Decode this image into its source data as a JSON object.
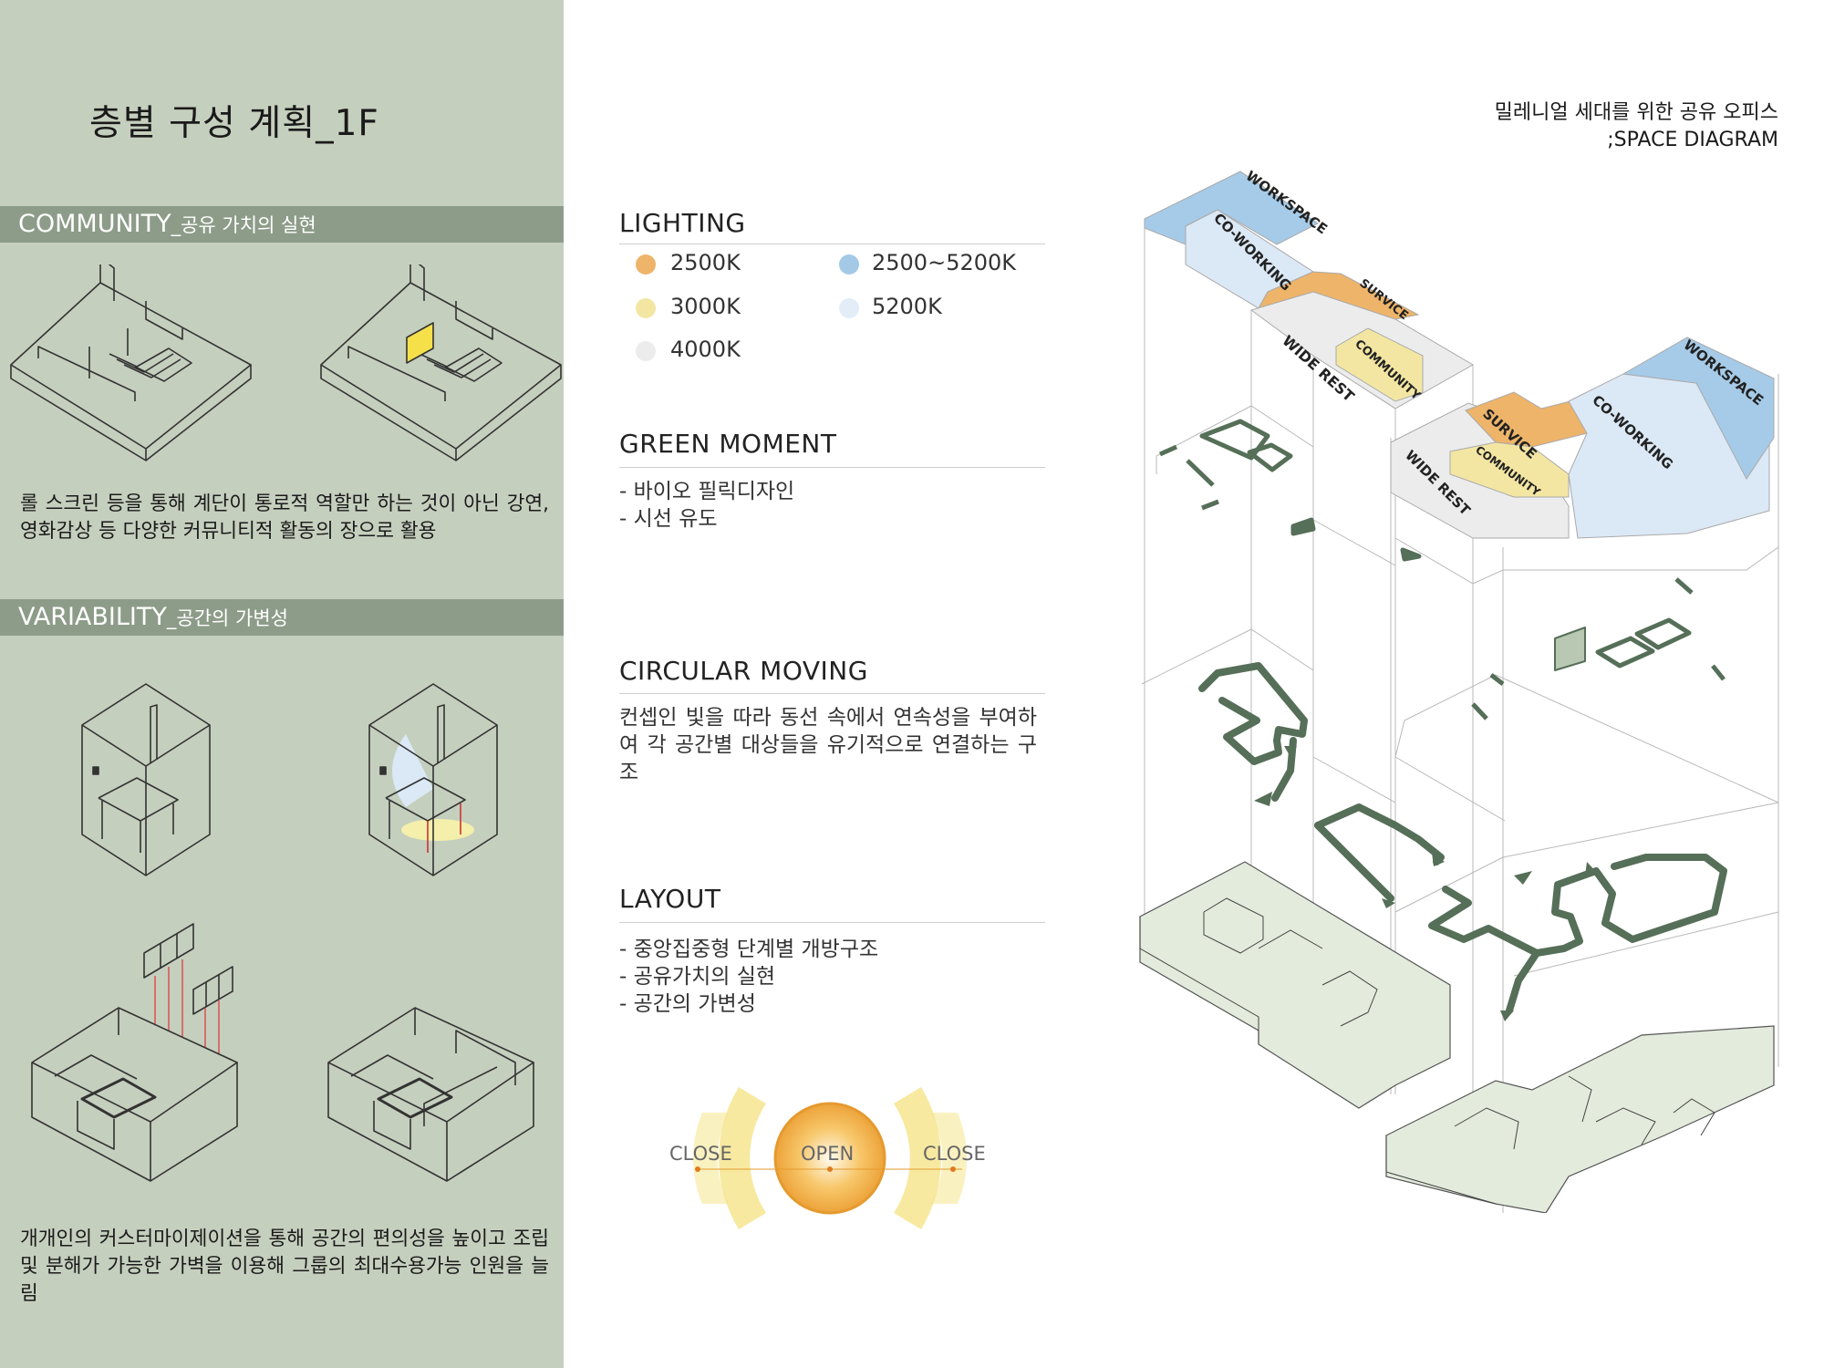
{
  "page_title": "층별 구성 계획_1F",
  "header": {
    "line1": "밀레니얼 세대를 위한 공유 오피스",
    "line2": ";SPACE DIAGRAM"
  },
  "community": {
    "title_main": "COMMUNITY",
    "title_sub": "_공유 가치의 실현",
    "description": "롤 스크린 등을 통해 계단이 통로적 역할만 하는 것이 아닌 강연, 영화감상 등 다양한 커뮤니티적 활동의 장으로 활용"
  },
  "variability": {
    "title_main": "VARIABILITY",
    "title_sub": "_공간의 가변성",
    "description": "개개인의 커스터마이제이션을 통해 공간의 편의성을 높이고 조립 및 분해가 가능한 가벽을 이용해 그룹의 최대수용가능 인원을 늘림"
  },
  "lighting": {
    "title": "LIGHTING",
    "items": [
      {
        "label": "2500K",
        "color": "#edb46a"
      },
      {
        "label": "2500~5200K",
        "color": "#a3c9e6"
      },
      {
        "label": "3000K",
        "color": "#f3e6a3"
      },
      {
        "label": "5200K",
        "color": "#e2edf8"
      },
      {
        "label": "4000K",
        "color": "#ececec"
      }
    ]
  },
  "green_moment": {
    "title": "GREEN MOMENT",
    "bullets": [
      "- 바이오 필릭디자인",
      "- 시선 유도"
    ]
  },
  "circular_moving": {
    "title": "CIRCULAR MOVING",
    "description": "컨셉인 빛을 따라 동선 속에서 연속성을 부여하여 각 공간별 대상들을 유기적으로 연결하는 구조"
  },
  "layout": {
    "title": "LAYOUT",
    "bullets": [
      "- 중앙집중형 단계별 개방구조",
      "- 공유가치의 실현",
      "- 공간의 가변성"
    ],
    "diagram_labels": {
      "left": "CLOSE",
      "center": "OPEN",
      "right": "CLOSE"
    }
  },
  "space_labels": {
    "workspace_a": "WORKSPACE",
    "coworking_a": "CO-WORKING",
    "service_a": "SURVICE",
    "wide_rest_a": "WIDE REST",
    "community_a": "COMMUNITY",
    "workspace_b": "WORKSPACE",
    "coworking_b": "CO-WORKING",
    "service_b": "SURVICE",
    "community_b": "COMMUNITY",
    "wide_rest_b": "WIDE REST"
  },
  "colors": {
    "panel_bg": "#c5cfbe",
    "band": "#8d9c89",
    "path_green": "#566f58",
    "plan_fill": "#e3ebdc"
  }
}
